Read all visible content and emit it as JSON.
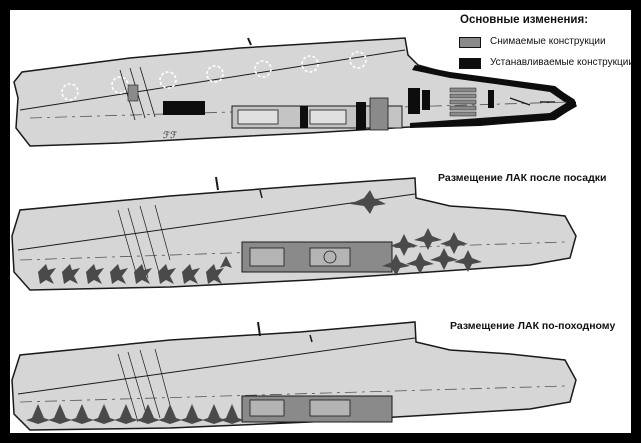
{
  "legend": {
    "title": "Основные изменения:",
    "items": [
      {
        "label": "Снимаемые конструкции",
        "kind": "removed",
        "color": "#8a8a8a"
      },
      {
        "label": "Устанавливаемые конструкции",
        "kind": "installed",
        "color": "#0d0d0d"
      }
    ]
  },
  "views": [
    {
      "caption": ""
    },
    {
      "caption": "Размещение ЛАК после посадки"
    },
    {
      "caption": "Размещение ЛАК по-походному"
    }
  ],
  "colors": {
    "deck": "#d6d6d6",
    "outline": "#1a1a1a",
    "removed": "#8a8a8a",
    "installed": "#0d0d0d",
    "aircraft": "#4a4a4a",
    "background": "#000000"
  }
}
